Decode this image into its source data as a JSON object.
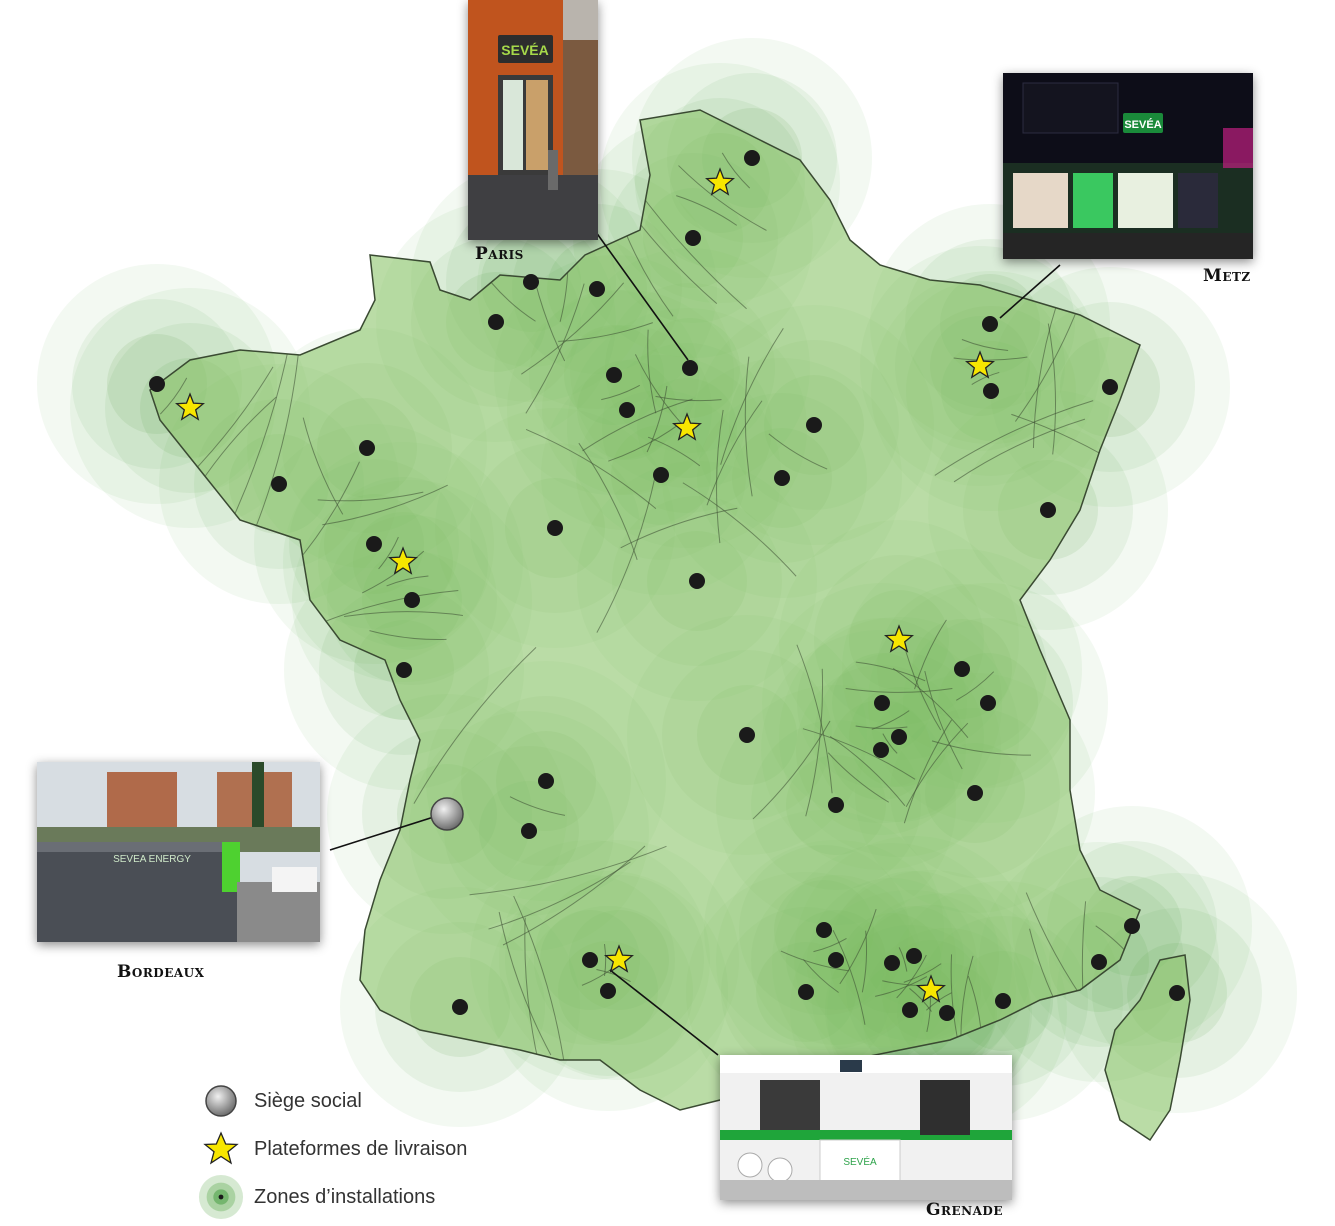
{
  "colors": {
    "zone": "#5aa84a",
    "region_fill": "#8cc46a",
    "border": "#3a4a32",
    "dot": "#1a1a1a",
    "star": "#f7e600",
    "hq": "#9a9a9a"
  },
  "cities": [
    {
      "name": "Paris"
    },
    {
      "name": "Metz"
    },
    {
      "name": "Bordeaux"
    },
    {
      "name": "Grenade"
    }
  ],
  "legend": {
    "hq_label": "Siège social",
    "platform_label": "Plateformes de livraison",
    "zone_label": "Zones d’installations"
  },
  "photos": {
    "paris_sign": "SEVÉA",
    "metz_sign": "SEVÉA",
    "bordeaux_sign": "SEVEA ENERGY",
    "grenade_sign": "SEVÉA"
  }
}
